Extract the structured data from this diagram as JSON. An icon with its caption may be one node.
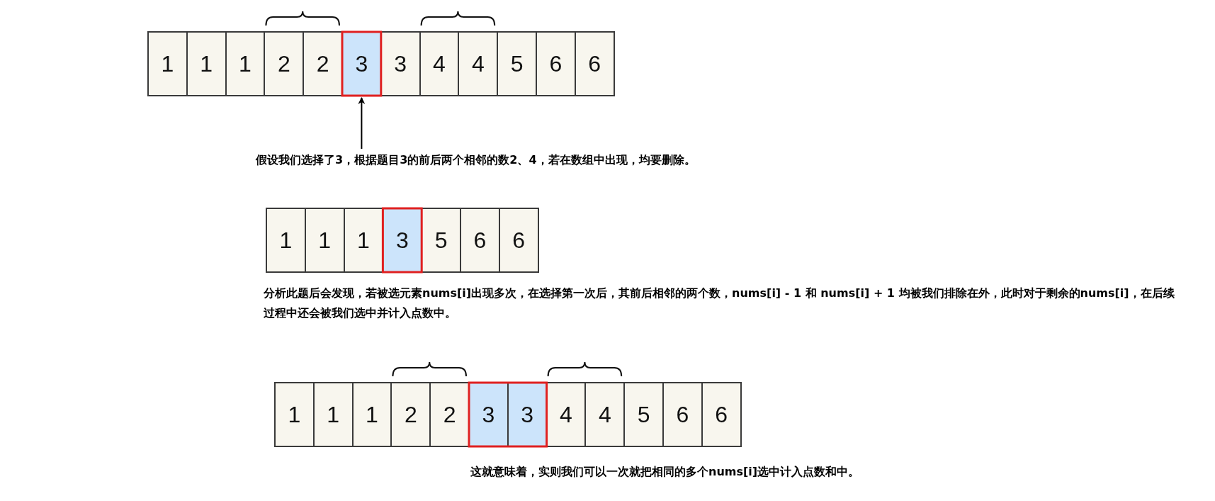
{
  "diagram": {
    "nodes": [
      {
        "text": [
          "1"
        ]
      },
      {
        "text": [
          "1"
        ]
      },
      {
        "text": [
          "1"
        ]
      },
      {
        "text": [
          "2"
        ]
      },
      {
        "text": [
          "2"
        ]
      },
      {
        "text": [
          "3"
        ]
      },
      {
        "text": [
          "3"
        ]
      },
      {
        "text": [
          "4"
        ]
      },
      {
        "text": [
          "4"
        ]
      },
      {
        "text": [
          "5"
        ]
      },
      {
        "text": [
          "6"
        ]
      },
      {
        "text": [
          "6"
        ]
      },
      {
        "text": [
          "假设我们选择了3，根据题目3的前后两个相邻的数2、4，若在数组中出现，均要删除。"
        ]
      },
      {
        "text": [
          "1"
        ]
      },
      {
        "text": [
          "1"
        ]
      },
      {
        "text": [
          "1"
        ]
      },
      {
        "text": [
          "3"
        ]
      },
      {
        "text": [
          "5"
        ]
      },
      {
        "text": [
          "6"
        ]
      },
      {
        "text": [
          "6"
        ]
      },
      {
        "text": [
          "1"
        ]
      },
      {
        "text": [
          "1"
        ]
      },
      {
        "text": [
          "1"
        ]
      },
      {
        "text": [
          "2"
        ]
      },
      {
        "text": [
          "2"
        ]
      },
      {
        "text": [
          "3"
        ]
      },
      {
        "text": [
          "3"
        ]
      },
      {
        "text": [
          "4"
        ]
      },
      {
        "text": [
          "4"
        ]
      },
      {
        "text": [
          "5"
        ]
      },
      {
        "text": [
          "6"
        ]
      },
      {
        "text": [
          "6"
        ]
      }
    ],
    "edges": [
      {
        "from": 12,
        "to": 5,
        "arrow": "to"
      }
    ],
    "labels": [
      "分析此题后会发现，若被选元素nums[i]出现多次，在选择第一次后，其前后相邻的两个数，nums[i] - 1 和 nums[i] + 1 均被我们排除在外，此时对于剩余的nums[i]，在后续过程中还会被我们选中并计入点数中。",
      "这就意味着，实则我们可以一次就把相同的多个nums[i]选中计入点数和中。"
    ]
  }
}
